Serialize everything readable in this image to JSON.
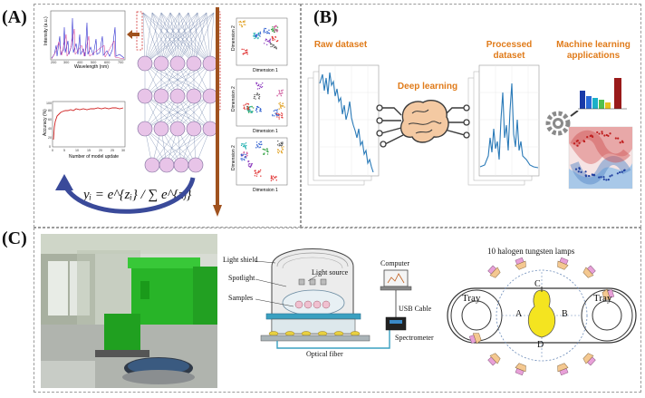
{
  "panels": {
    "a": {
      "label": "(A)"
    },
    "b": {
      "label": "(B)"
    },
    "c": {
      "label": "(C)"
    }
  },
  "panel_a": {
    "spectrum": {
      "ylabel": "Intensity (a.u.)",
      "xlabel": "Wavelength (nm)",
      "xticks": [
        "200",
        "300",
        "400",
        "500",
        "600",
        "700"
      ]
    },
    "accuracy": {
      "ylabel": "Accuracy (%)",
      "xlabel": "Number of model update",
      "xticks": [
        "0",
        "5",
        "10",
        "15",
        "20",
        "25",
        "30"
      ],
      "yticks": [
        "0",
        "20",
        "40",
        "60",
        "80",
        "100"
      ]
    },
    "formula": "yᵢ = e^{zᵢ} / ∑ e^{zⱼ}",
    "tsne": {
      "xlabel": "Dimension 1",
      "ylabel": "Dimension 2"
    }
  },
  "panel_b": {
    "raw_title": "Raw dataset",
    "dl_title": "Deep learning",
    "processed_title": "Processed dataset",
    "ml_title": "Machine learning applications",
    "colors": {
      "accent": "#e07b1a",
      "line": "#2a7ab8"
    }
  },
  "panel_c": {
    "labels": {
      "light_shield": "Light shield",
      "spotlight": "Spotlight",
      "samples": "Samples",
      "light_source": "Light source",
      "computer": "Computer",
      "usb_cable": "USB Cable",
      "spectrometer": "Spectrometer",
      "optical_fiber": "Optical fiber"
    },
    "lamps_title": "10 halogen tungsten lamps",
    "tray_left": "Tray",
    "tray_right": "Tray",
    "points": {
      "a": "A",
      "b": "B",
      "c": "C",
      "d": "D"
    }
  }
}
